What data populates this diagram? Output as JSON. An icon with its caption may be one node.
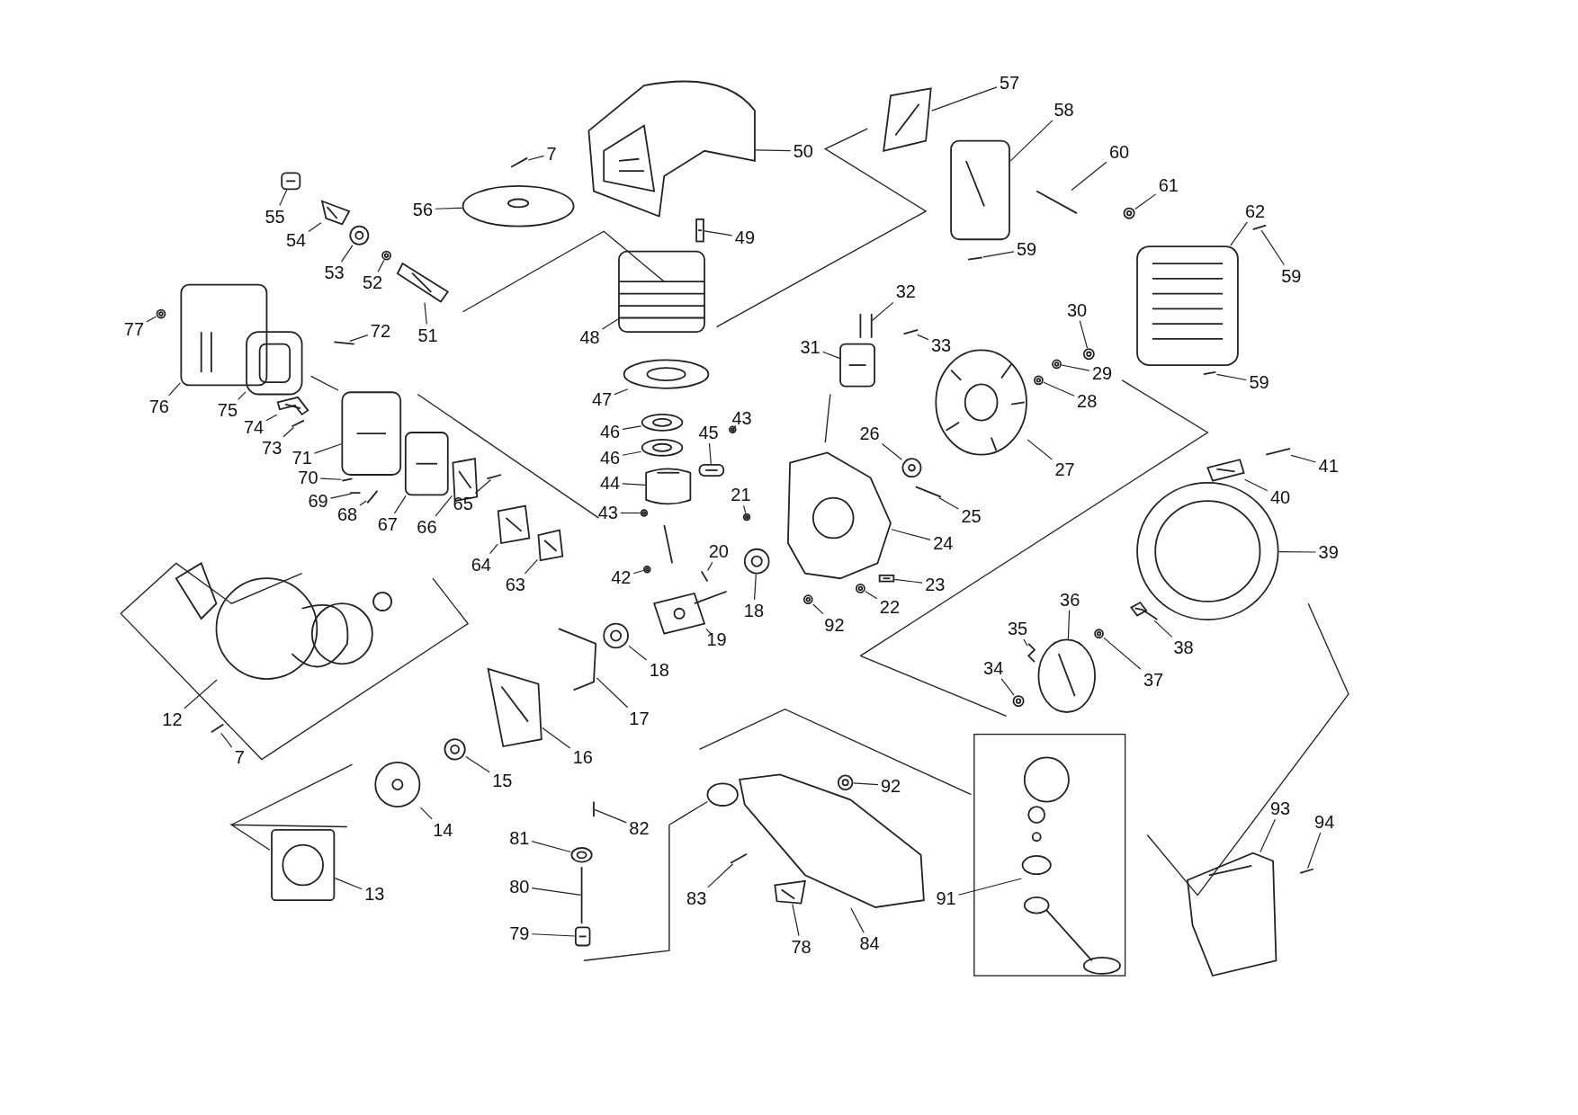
{
  "diagram": {
    "nodes": [
      {
        "text": [
          "7"
        ]
      },
      {
        "text": [
          "50"
        ]
      },
      {
        "text": [
          "55"
        ]
      },
      {
        "text": [
          "56"
        ]
      },
      {
        "text": [
          "54"
        ]
      },
      {
        "text": [
          "53"
        ]
      },
      {
        "text": [
          "52"
        ]
      },
      {
        "text": [
          "49"
        ]
      },
      {
        "text": [
          "51"
        ]
      },
      {
        "text": [
          "77"
        ]
      },
      {
        "text": [
          "72"
        ]
      },
      {
        "text": [
          "76"
        ]
      },
      {
        "text": [
          "75"
        ]
      },
      {
        "text": [
          "74"
        ]
      },
      {
        "text": [
          "73"
        ]
      },
      {
        "text": [
          "48"
        ]
      },
      {
        "text": [
          "47"
        ]
      },
      {
        "text": [
          "46"
        ]
      },
      {
        "text": [
          "46"
        ]
      },
      {
        "text": [
          "45"
        ]
      },
      {
        "text": [
          "43"
        ]
      },
      {
        "text": [
          "44"
        ]
      },
      {
        "text": [
          "43"
        ]
      },
      {
        "text": [
          "71"
        ]
      },
      {
        "text": [
          "70"
        ]
      },
      {
        "text": [
          "69"
        ]
      },
      {
        "text": [
          "68"
        ]
      },
      {
        "text": [
          "67"
        ]
      },
      {
        "text": [
          "66"
        ]
      },
      {
        "text": [
          "65"
        ]
      },
      {
        "text": [
          "64"
        ]
      },
      {
        "text": [
          "63"
        ]
      },
      {
        "text": [
          "57"
        ]
      },
      {
        "text": [
          "58"
        ]
      },
      {
        "text": [
          "60"
        ]
      },
      {
        "text": [
          "61"
        ]
      },
      {
        "text": [
          "62"
        ]
      },
      {
        "text": [
          "59"
        ]
      },
      {
        "text": [
          "59"
        ]
      },
      {
        "text": [
          "59"
        ]
      },
      {
        "text": [
          "32"
        ]
      },
      {
        "text": [
          "33"
        ]
      },
      {
        "text": [
          "31"
        ]
      },
      {
        "text": [
          "30"
        ]
      },
      {
        "text": [
          "29"
        ]
      },
      {
        "text": [
          "28"
        ]
      },
      {
        "text": [
          "26"
        ]
      },
      {
        "text": [
          "27"
        ]
      },
      {
        "text": [
          "25"
        ]
      },
      {
        "text": [
          "21"
        ]
      },
      {
        "text": [
          "20"
        ]
      },
      {
        "text": [
          "42"
        ]
      },
      {
        "text": [
          "18"
        ]
      },
      {
        "text": [
          "24"
        ]
      },
      {
        "text": [
          "23"
        ]
      },
      {
        "text": [
          "22"
        ]
      },
      {
        "text": [
          "92"
        ]
      },
      {
        "text": [
          "19"
        ]
      },
      {
        "text": [
          "18"
        ]
      },
      {
        "text": [
          "41"
        ]
      },
      {
        "text": [
          "40"
        ]
      },
      {
        "text": [
          "39"
        ]
      },
      {
        "text": [
          "36"
        ]
      },
      {
        "text": [
          "35"
        ]
      },
      {
        "text": [
          "34"
        ]
      },
      {
        "text": [
          "38"
        ]
      },
      {
        "text": [
          "37"
        ]
      },
      {
        "text": [
          "12"
        ]
      },
      {
        "text": [
          "7"
        ]
      },
      {
        "text": [
          "17"
        ]
      },
      {
        "text": [
          "16"
        ]
      },
      {
        "text": [
          "15"
        ]
      },
      {
        "text": [
          "14"
        ]
      },
      {
        "text": [
          "13"
        ]
      },
      {
        "text": [
          "92"
        ]
      },
      {
        "text": [
          "82"
        ]
      },
      {
        "text": [
          "81"
        ]
      },
      {
        "text": [
          "80"
        ]
      },
      {
        "text": [
          "79"
        ]
      },
      {
        "text": [
          "83"
        ]
      },
      {
        "text": [
          "78"
        ]
      },
      {
        "text": [
          "84"
        ]
      },
      {
        "text": [
          "91"
        ]
      },
      {
        "text": [
          "93"
        ]
      },
      {
        "text": [
          "94"
        ]
      },
      {
        "text": [],
        "shape": "picture"
      },
      {
        "text": [],
        "shape": "picture"
      },
      {
        "text": [],
        "shape": "picture"
      },
      {
        "text": [],
        "shape": "picture"
      },
      {
        "text": [],
        "shape": "picture"
      },
      {
        "text": [],
        "shape": "picture"
      },
      {
        "text": [],
        "shape": "picture"
      },
      {
        "text": [],
        "shape": "picture"
      },
      {
        "text": [],
        "shape": "picture"
      },
      {
        "text": [],
        "shape": "picture"
      },
      {
        "text": [],
        "shape": "picture"
      },
      {
        "text": [],
        "shape": "picture"
      },
      {
        "text": [],
        "shape": "picture"
      },
      {
        "text": [],
        "shape": "picture"
      },
      {
        "text": [],
        "shape": "picture"
      },
      {
        "text": [],
        "shape": "picture"
      },
      {
        "text": [],
        "shape": "picture"
      },
      {
        "text": [],
        "shape": "picture"
      },
      {
        "text": [],
        "shape": "picture"
      },
      {
        "text": [],
        "shape": "picture"
      },
      {
        "text": [],
        "shape": "picture"
      },
      {
        "text": [],
        "shape": "picture"
      },
      {
        "text": [],
        "shape": "picture"
      },
      {
        "text": [],
        "shape": "picture"
      },
      {
        "text": [],
        "shape": "picture"
      },
      {
        "text": [],
        "shape": "picture"
      },
      {
        "text": [],
        "shape": "picture"
      },
      {
        "text": [],
        "shape": "picture"
      },
      {
        "text": [],
        "shape": "picture"
      },
      {
        "text": [],
        "shape": "picture"
      },
      {
        "text": [],
        "shape": "picture"
      },
      {
        "text": [],
        "shape": "picture"
      },
      {
        "text": [],
        "shape": "picture"
      },
      {
        "text": [],
        "shape": "picture"
      },
      {
        "text": [],
        "shape": "picture"
      },
      {
        "text": [],
        "shape": "picture"
      },
      {
        "text": [],
        "shape": "picture"
      },
      {
        "text": [],
        "shape": "picture"
      },
      {
        "text": [],
        "shape": "picture"
      },
      {
        "text": [],
        "shape": "picture"
      },
      {
        "text": [],
        "shape": "picture"
      },
      {
        "text": [],
        "shape": "picture"
      },
      {
        "text": [],
        "shape": "picture"
      },
      {
        "text": [],
        "shape": "picture"
      },
      {
        "text": [],
        "shape": "picture"
      },
      {
        "text": [],
        "shape": "picture"
      },
      {
        "text": [],
        "shape": "picture"
      },
      {
        "text": [],
        "shape": "picture"
      },
      {
        "text": [],
        "shape": "picture"
      },
      {
        "text": [],
        "shape": "picture"
      },
      {
        "text": [],
        "shape": "picture"
      },
      {
        "text": [],
        "shape": "picture"
      },
      {
        "text": [],
        "shape": "picture"
      },
      {
        "text": [],
        "shape": "picture"
      },
      {
        "text": [],
        "shape": "picture"
      },
      {
        "text": [],
        "shape": "picture"
      },
      {
        "text": [],
        "shape": "picture"
      },
      {
        "text": [],
        "shape": "picture"
      },
      {
        "text": [],
        "shape": "picture"
      },
      {
        "text": [],
        "shape": "picture"
      },
      {
        "text": [],
        "shape": "picture"
      },
      {
        "text": [],
        "shape": "picture"
      },
      {
        "text": [],
        "shape": "picture"
      },
      {
        "text": [],
        "shape": "picture"
      },
      {
        "text": [],
        "shape": "picture"
      },
      {
        "text": [],
        "shape": "picture"
      },
      {
        "text": [],
        "shape": "picture"
      },
      {
        "text": [],
        "shape": "picture"
      },
      {
        "text": [],
        "shape": "picture"
      },
      {
        "text": [],
        "shape": "picture"
      },
      {
        "text": [],
        "shape": "picture"
      },
      {
        "text": [],
        "shape": "picture"
      },
      {
        "text": [],
        "shape": "picture"
      },
      {
        "text": [],
        "shape": "picture"
      },
      {
        "text": [],
        "shape": "picture"
      },
      {
        "text": [],
        "shape": "picture"
      },
      {
        "text": [],
        "shape": "picture"
      },
      {
        "text": [],
        "shape": "picture"
      },
      {
        "text": [],
        "shape": "picture"
      },
      {
        "text": [],
        "shape": "picture"
      },
      {
        "text": [],
        "shape": "picture"
      },
      {
        "text": [],
        "shape": "picture"
      },
      {
        "text": [],
        "shape": "picture"
      },
      {
        "text": [],
        "shape": "picture"
      },
      {
        "text": [],
        "shape": "picture"
      }
    ],
    "edges": [
      {
        "from": 0,
        "to": 85,
        "arrow": "none"
      },
      {
        "from": 1,
        "to": 86,
        "arrow": "none"
      },
      {
        "from": 2,
        "to": 87,
        "arrow": "none"
      },
      {
        "from": 3,
        "to": 88,
        "arrow": "none"
      },
      {
        "from": 4,
        "to": 89,
        "arrow": "none"
      },
      {
        "from": 5,
        "to": 90,
        "arrow": "none"
      },
      {
        "from": 6,
        "to": 91,
        "arrow": "none"
      },
      {
        "from": 7,
        "to": 92,
        "arrow": "none"
      },
      {
        "from": 8,
        "to": 93,
        "arrow": "none"
      },
      {
        "from": 9,
        "to": 94,
        "arrow": "none"
      },
      {
        "from": 10,
        "to": 95,
        "arrow": "none"
      },
      {
        "from": 11,
        "to": 96,
        "arrow": "none"
      },
      {
        "from": 12,
        "to": 97,
        "arrow": "none"
      },
      {
        "from": 13,
        "to": 98,
        "arrow": "none"
      },
      {
        "from": 14,
        "to": 99,
        "arrow": "none"
      },
      {
        "from": 15,
        "to": 100,
        "arrow": "none"
      },
      {
        "from": 16,
        "to": 101,
        "arrow": "none"
      },
      {
        "from": 17,
        "to": 102,
        "arrow": "none"
      },
      {
        "from": 18,
        "to": 103,
        "arrow": "none"
      },
      {
        "from": 19,
        "to": 104,
        "arrow": "none"
      },
      {
        "from": 20,
        "to": 105,
        "arrow": "none"
      },
      {
        "from": 21,
        "to": 106,
        "arrow": "none"
      },
      {
        "from": 22,
        "to": 107,
        "arrow": "none"
      },
      {
        "from": 23,
        "to": 108,
        "arrow": "none"
      },
      {
        "from": 24,
        "to": 109,
        "arrow": "none"
      },
      {
        "from": 25,
        "to": 110,
        "arrow": "none"
      },
      {
        "from": 26,
        "to": 111,
        "arrow": "none"
      },
      {
        "from": 27,
        "to": 112,
        "arrow": "none"
      },
      {
        "from": 28,
        "to": 113,
        "arrow": "none"
      },
      {
        "from": 29,
        "to": 114,
        "arrow": "none"
      },
      {
        "from": 30,
        "to": 115,
        "arrow": "none"
      },
      {
        "from": 31,
        "to": 116,
        "arrow": "none"
      },
      {
        "from": 32,
        "to": 117,
        "arrow": "none"
      },
      {
        "from": 33,
        "to": 118,
        "arrow": "none"
      },
      {
        "from": 34,
        "to": 119,
        "arrow": "none"
      },
      {
        "from": 35,
        "to": 120,
        "arrow": "none"
      },
      {
        "from": 36,
        "to": 121,
        "arrow": "none"
      },
      {
        "from": 37,
        "to": 122,
        "arrow": "none"
      },
      {
        "from": 38,
        "to": 123,
        "arrow": "none"
      },
      {
        "from": 39,
        "to": 124,
        "arrow": "none"
      },
      {
        "from": 40,
        "to": 125,
        "arrow": "none"
      },
      {
        "from": 41,
        "to": 126,
        "arrow": "none"
      },
      {
        "from": 42,
        "to": 127,
        "arrow": "none"
      },
      {
        "from": 43,
        "to": 128,
        "arrow": "none"
      },
      {
        "from": 44,
        "to": 129,
        "arrow": "none"
      },
      {
        "from": 45,
        "to": 130,
        "arrow": "none"
      },
      {
        "from": 46,
        "to": 131,
        "arrow": "none"
      },
      {
        "from": 47,
        "to": 132,
        "arrow": "none"
      },
      {
        "from": 48,
        "to": 133,
        "arrow": "none"
      },
      {
        "from": 49,
        "to": 134,
        "arrow": "none"
      },
      {
        "from": 50,
        "to": 135,
        "arrow": "none"
      },
      {
        "from": 51,
        "to": 136,
        "arrow": "none"
      },
      {
        "from": 52,
        "to": 137,
        "arrow": "none"
      },
      {
        "from": 53,
        "to": 138,
        "arrow": "none"
      },
      {
        "from": 54,
        "to": 139,
        "arrow": "none"
      },
      {
        "from": 55,
        "to": 140,
        "arrow": "none"
      },
      {
        "from": 56,
        "to": 141,
        "arrow": "none"
      },
      {
        "from": 57,
        "to": 142,
        "arrow": "none"
      },
      {
        "from": 58,
        "to": 143,
        "arrow": "none"
      },
      {
        "from": 59,
        "to": 144,
        "arrow": "none"
      },
      {
        "from": 60,
        "to": 145,
        "arrow": "none"
      },
      {
        "from": 61,
        "to": 146,
        "arrow": "none"
      },
      {
        "from": 62,
        "to": 147,
        "arrow": "none"
      },
      {
        "from": 63,
        "to": 148,
        "arrow": "none"
      },
      {
        "from": 64,
        "to": 149,
        "arrow": "none"
      },
      {
        "from": 65,
        "to": 150,
        "arrow": "none"
      },
      {
        "from": 66,
        "to": 151,
        "arrow": "none"
      },
      {
        "from": 67,
        "to": 152,
        "arrow": "none"
      },
      {
        "from": 68,
        "to": 153,
        "arrow": "none"
      },
      {
        "from": 69,
        "to": 154,
        "arrow": "none"
      },
      {
        "from": 70,
        "to": 155,
        "arrow": "none"
      },
      {
        "from": 71,
        "to": 156,
        "arrow": "none"
      },
      {
        "from": 72,
        "to": 157,
        "arrow": "none"
      },
      {
        "from": 73,
        "to": 158,
        "arrow": "none"
      },
      {
        "from": 74,
        "to": 159,
        "arrow": "none"
      },
      {
        "from": 75,
        "to": 160,
        "arrow": "none"
      },
      {
        "from": 76,
        "to": 161,
        "arrow": "none"
      },
      {
        "from": 77,
        "to": 162,
        "arrow": "none"
      },
      {
        "from": 78,
        "to": 163,
        "arrow": "none"
      },
      {
        "from": 79,
        "to": 164,
        "arrow": "none"
      },
      {
        "from": 80,
        "to": 165,
        "arrow": "none"
      },
      {
        "from": 81,
        "to": 166,
        "arrow": "none"
      },
      {
        "from": 82,
        "to": 167,
        "arrow": "none"
      },
      {
        "from": 83,
        "to": 168,
        "arrow": "none"
      },
      {
        "from": 84,
        "to": 169,
        "arrow": "none"
      }
    ]
  }
}
